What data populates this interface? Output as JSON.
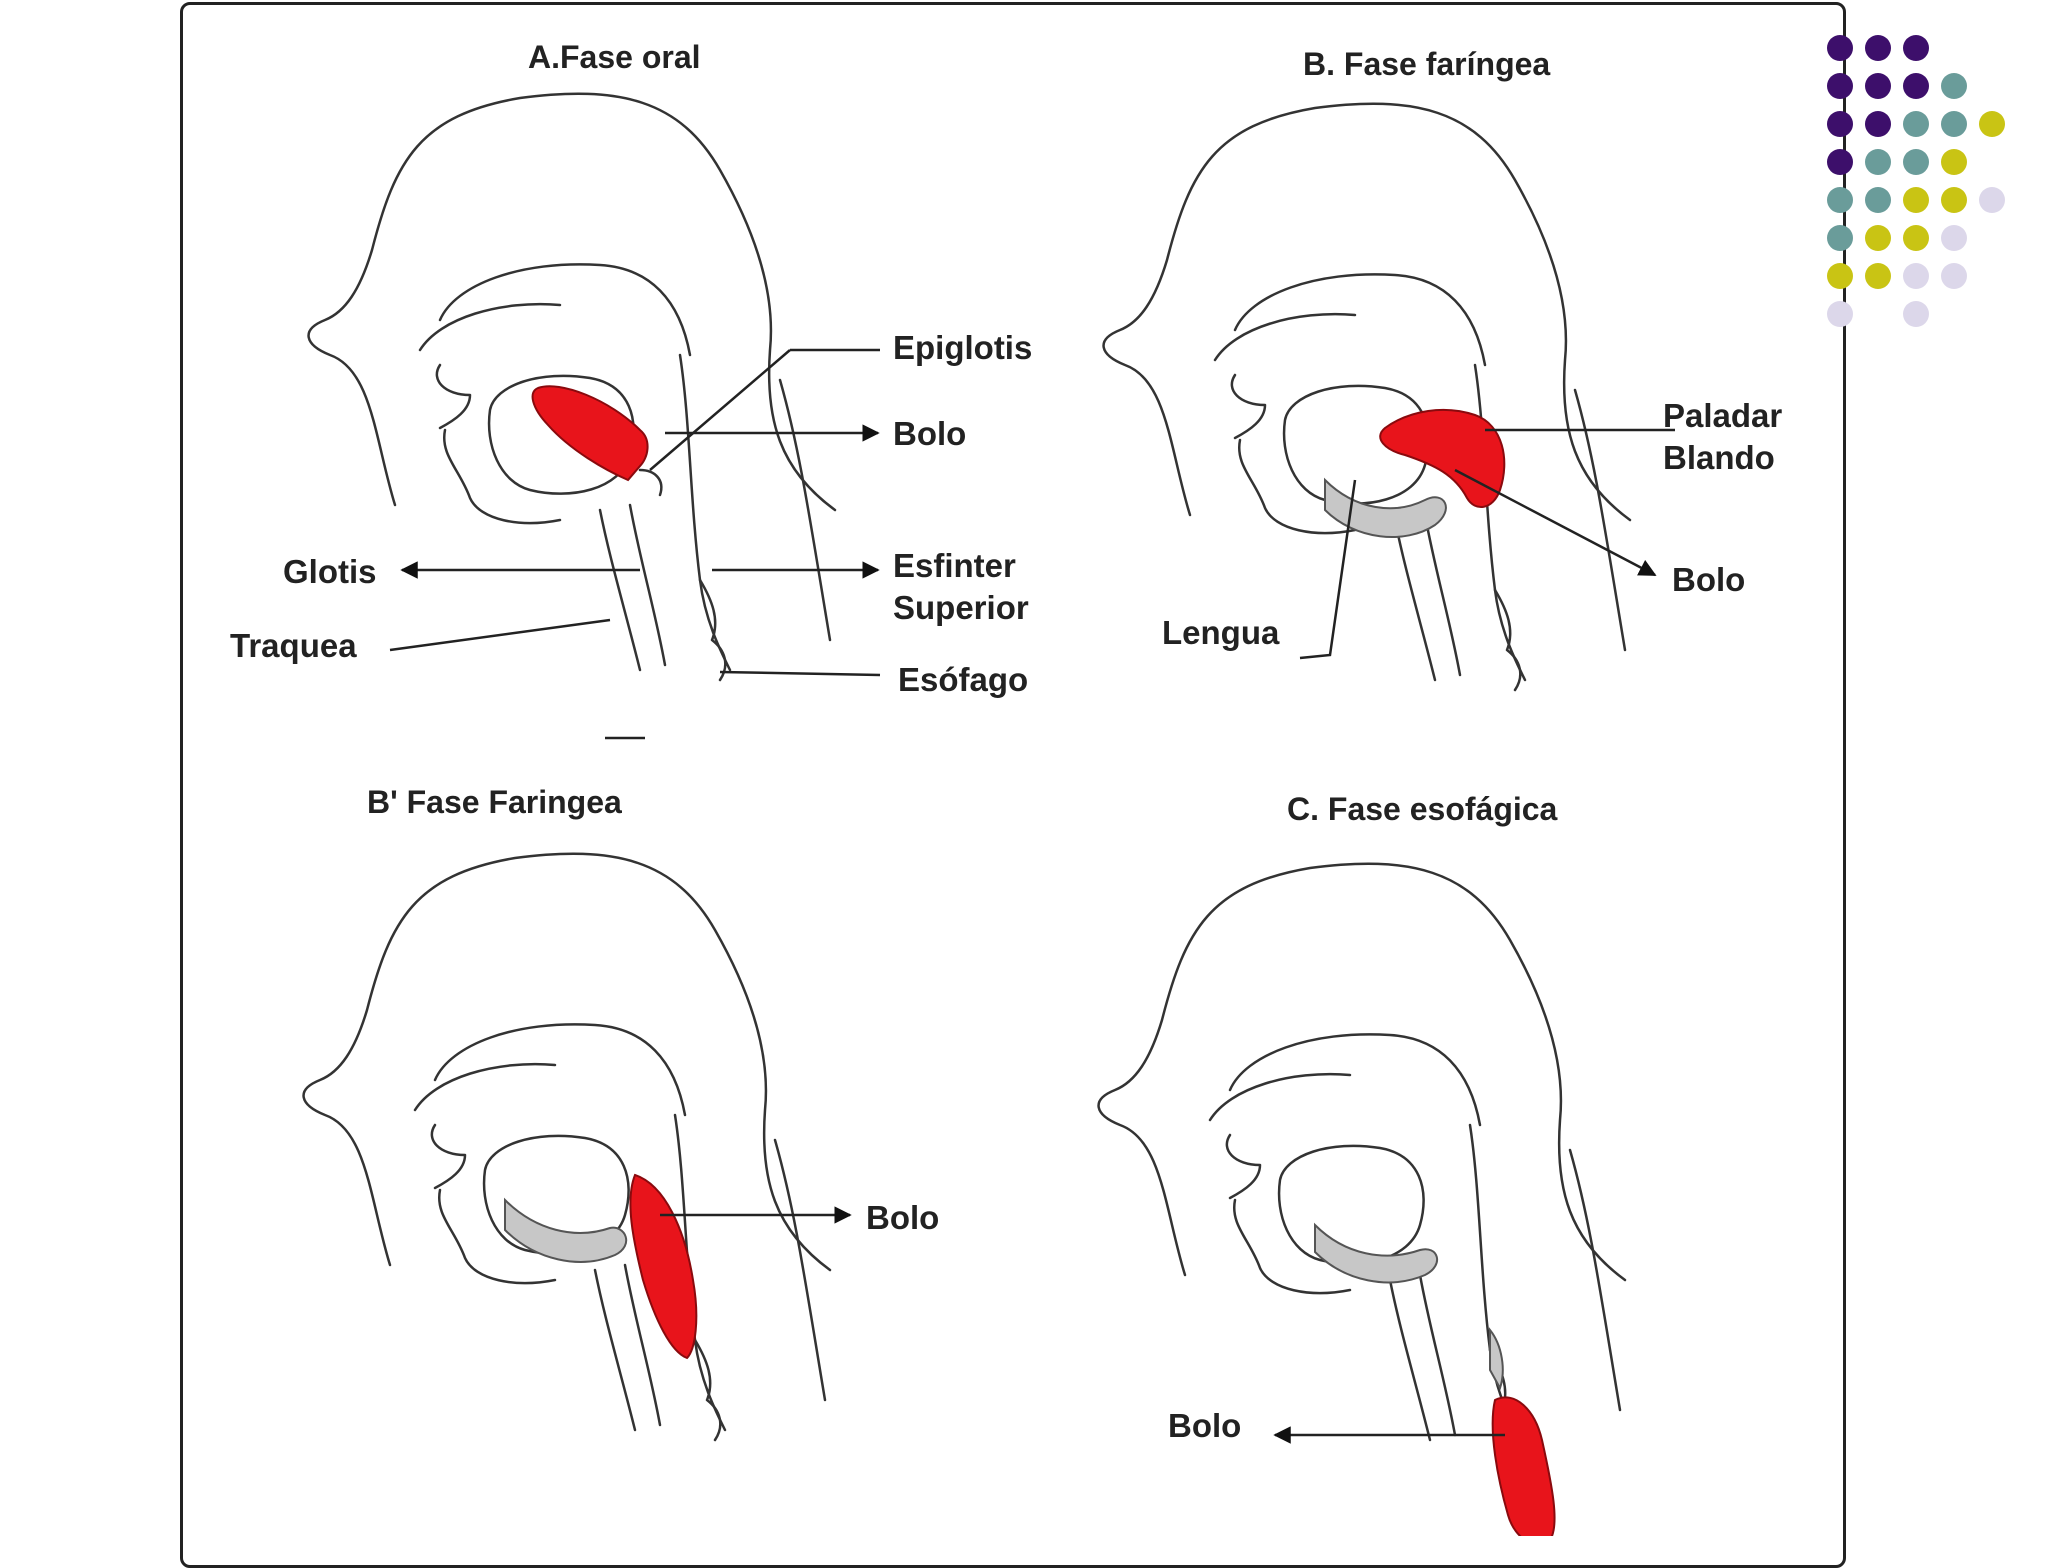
{
  "panels": {
    "a": {
      "title": "A.Fase oral",
      "labels": {
        "epiglotis": "Epiglotis",
        "bolo": "Bolo",
        "glotis": "Glotis",
        "esfinter_1": "Esfinter",
        "esfinter_2": "Superior",
        "traquea": "Traquea",
        "esofago": "Esófago"
      }
    },
    "b": {
      "title": "B. Fase faríngea",
      "labels": {
        "paladar_1": "Paladar",
        "paladar_2": "Blando",
        "bolo": "Bolo",
        "lengua": "Lengua"
      }
    },
    "b2": {
      "title": "B' Fase Faringea",
      "labels": {
        "bolo": "Bolo"
      }
    },
    "c": {
      "title": "C. Fase esofágica",
      "labels": {
        "bolo": "Bolo"
      }
    }
  },
  "colors": {
    "bolus": "#e8141b",
    "tissue": "#c7c7c7",
    "dot_purple": "#3d0f6b",
    "dot_teal": "#6a9c9a",
    "dot_yellow": "#c9c414",
    "dot_lavender": "#dcd7ea"
  },
  "decor": {
    "dot_grid": [
      [
        "purple",
        "purple",
        "purple"
      ],
      [
        "purple",
        "purple",
        "purple",
        "teal"
      ],
      [
        "purple",
        "purple",
        "teal",
        "teal",
        "yellow"
      ],
      [
        "purple",
        "teal",
        "teal",
        "yellow"
      ],
      [
        "teal",
        "teal",
        "yellow",
        "yellow",
        "lavender"
      ],
      [
        "teal",
        "yellow",
        "yellow",
        "lavender"
      ],
      [
        "yellow",
        "yellow",
        "lavender",
        "lavender"
      ],
      [
        "lavender",
        "",
        "lavender"
      ]
    ]
  }
}
